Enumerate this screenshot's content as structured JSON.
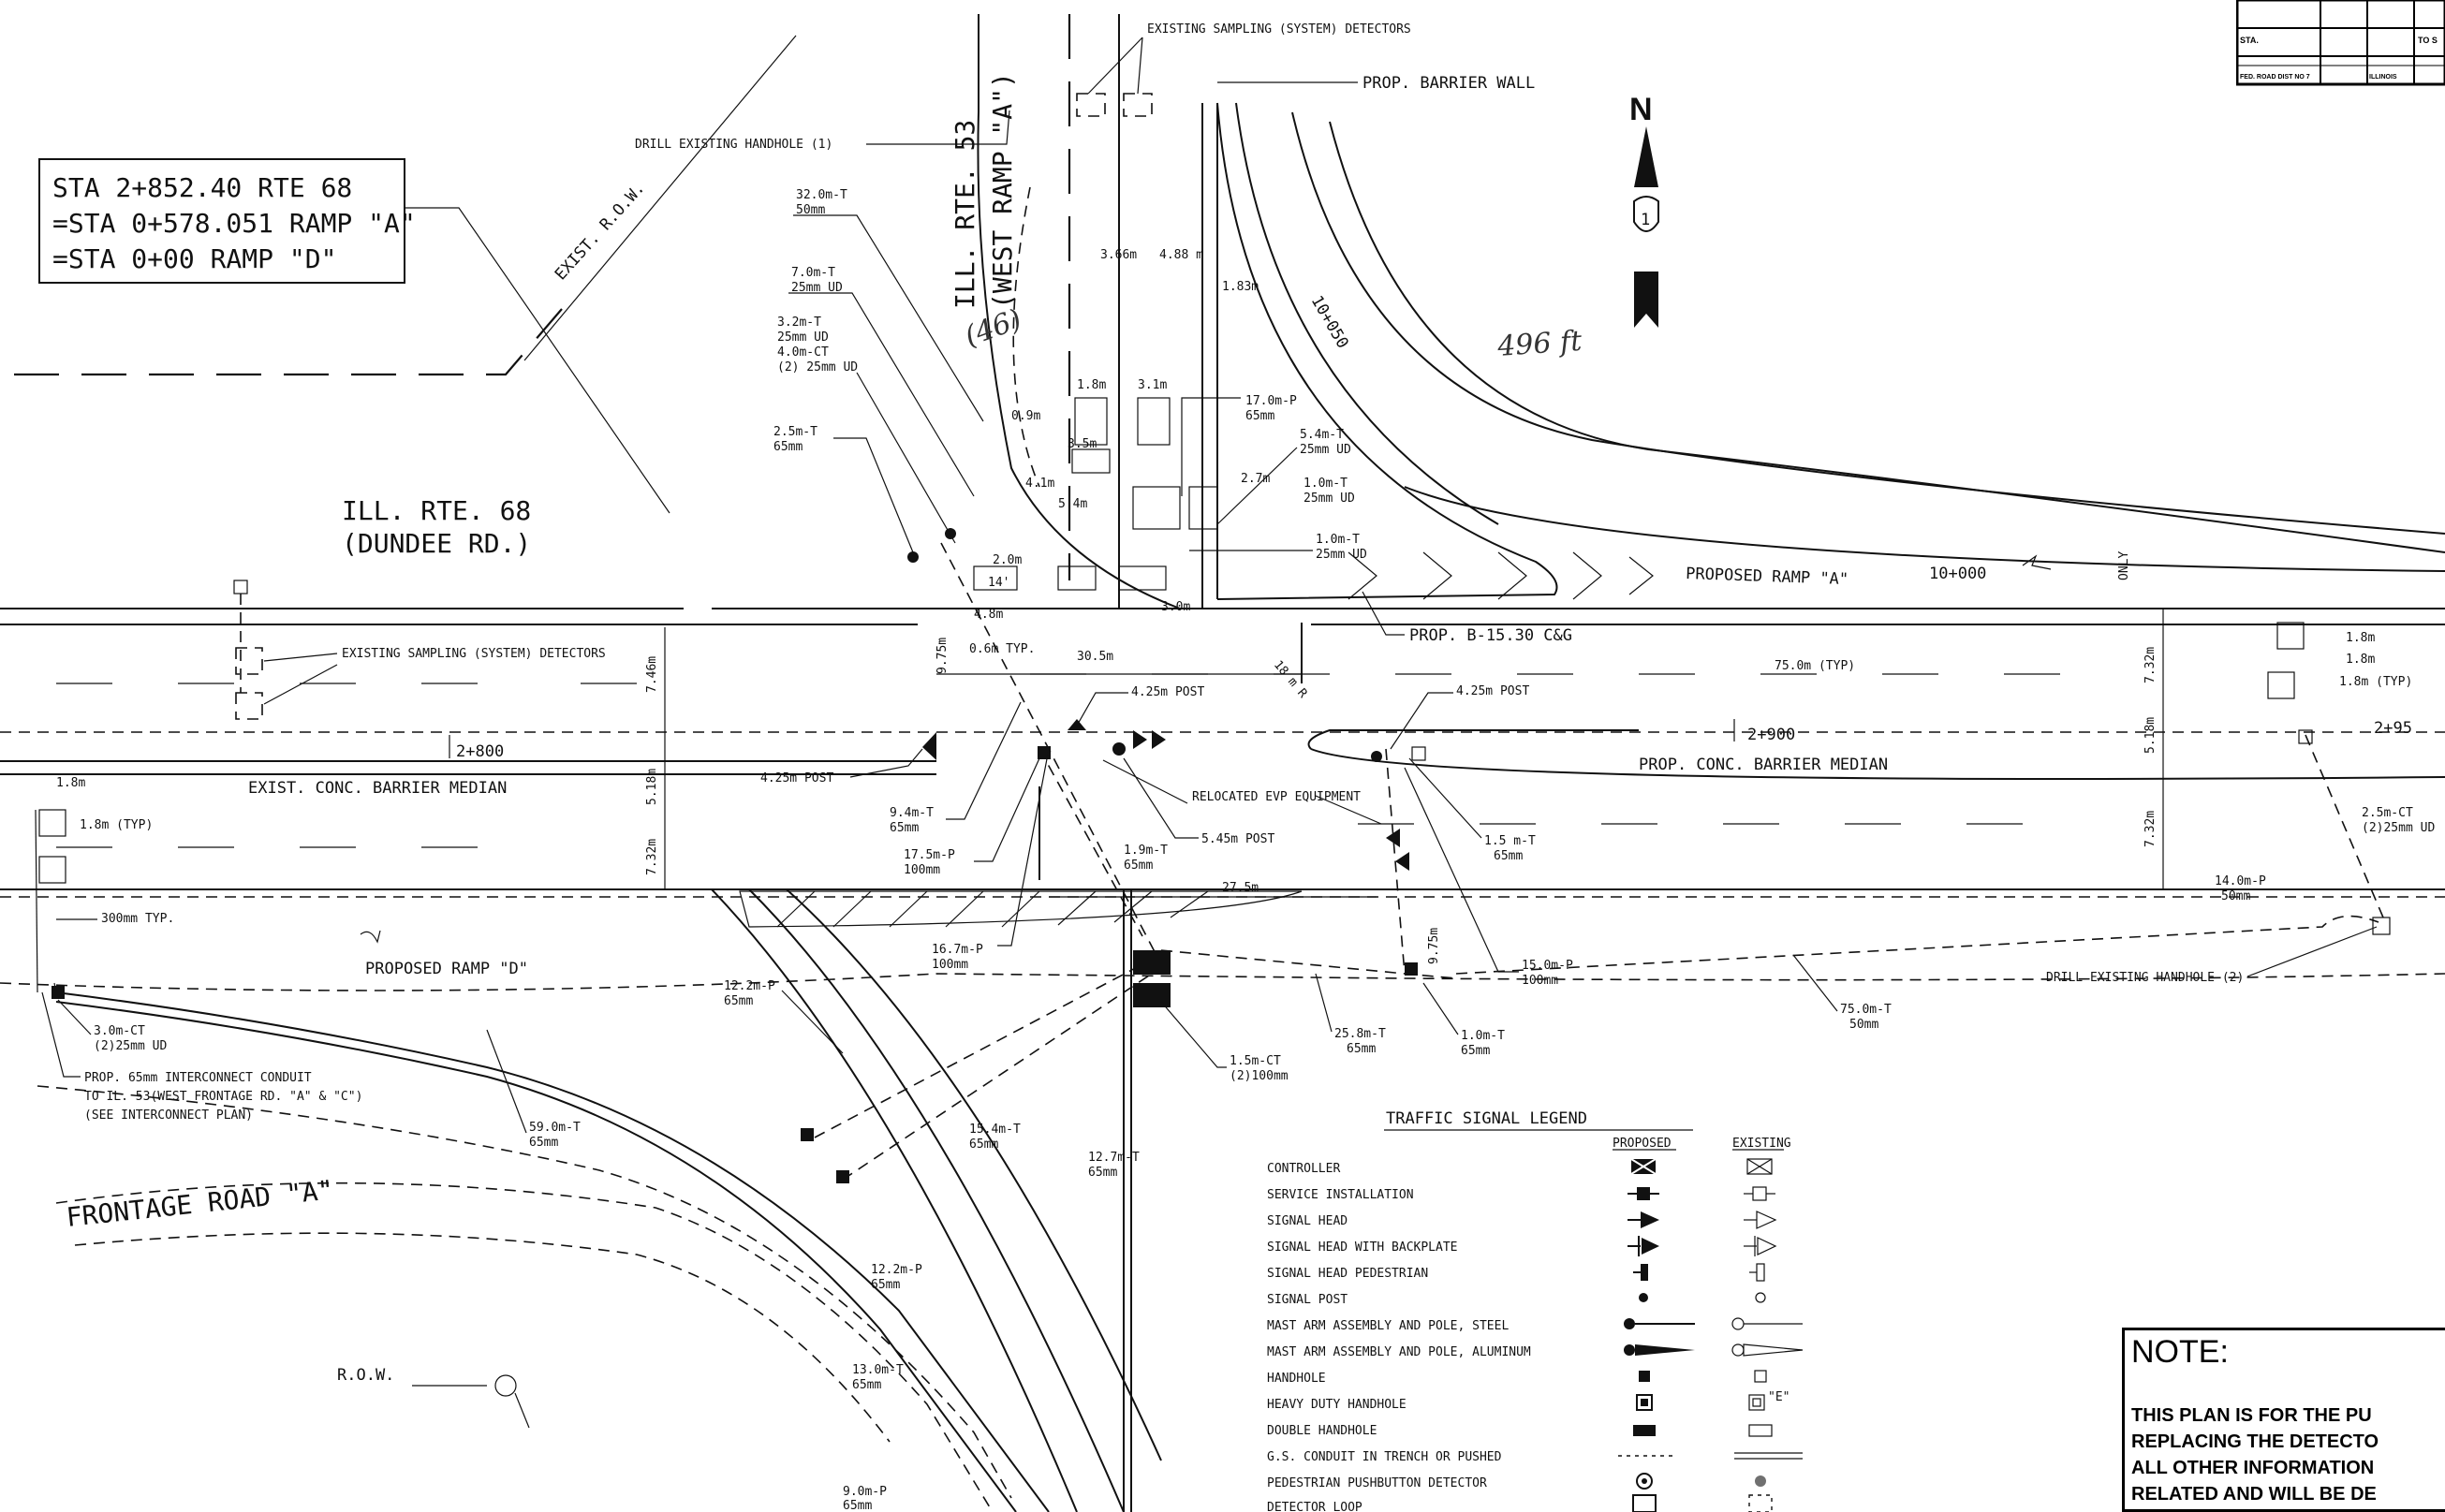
{
  "station_box": {
    "line1": "STA 2+852.40 RTE 68",
    "line2": "=STA 0+578.051 RAMP \"A\"",
    "line3": "=STA 0+00 RAMP \"D\""
  },
  "roads": {
    "rte68_name": "ILL.  RTE.  68",
    "rte68_sub": "(DUNDEE RD.)",
    "rte53_name": "ILL. RTE. 53",
    "rte53_sub": "(WEST RAMP \"A\")",
    "ramp_a": "PROPOSED RAMP \"A\"",
    "ramp_a_sta": "10+000",
    "ramp_d": "PROPOSED RAMP \"D\"",
    "frontage": "FRONTAGE ROAD \"A\"",
    "exist_median": "EXIST. CONC. BARRIER MEDIAN",
    "prop_median": "PROP. CONC. BARRIER MEDIAN",
    "exist_row": "EXIST. R.O.W.",
    "row_bottom": "R.O.W.",
    "sta_2800": "2+800",
    "sta_2900": "2+900",
    "sta_2950": "2+95",
    "sta_10050": "10+050",
    "north": "N",
    "route_shield": "1"
  },
  "callouts": {
    "drill_handhole_1": "DRILL EXISTING HANDHOLE (1)",
    "drill_handhole_2": "DRILL EXISTING HANDHOLE (2)",
    "sampling_top": "EXISTING SAMPLING (SYSTEM) DETECTORS",
    "sampling_left": "EXISTING SAMPLING (SYSTEM) DETECTORS",
    "barrier_wall": "PROP. BARRIER WALL",
    "curb": "PROP. B-15.30 C&G",
    "relocated_evp": "RELOCATED EVP EQUIPMENT",
    "post_425_a": "4.25m POST",
    "post_425_b": "4.25m POST",
    "post_425_c": "4.25m POST",
    "post_545": "5.45m POST",
    "interconnect": "PROP. 65mm INTERCONNECT CONDUIT",
    "interconnect2": "TO IL. 53(WEST FRONTAGE RD. \"A\" & \"C\")",
    "interconnect3": "(SEE INTERCONNECT PLAN)",
    "typ_300": "300mm TYP.",
    "typ_75": "75.0m (TYP)",
    "only": "ONLY",
    "hand_note": "496 ft",
    "hand_46": "(46)"
  },
  "conduits": [
    "32.0m-T",
    "50mm",
    "7.0m-T",
    "25mm UD",
    "3.2m-T",
    "25mm UD",
    "4.0m-CT",
    "(2) 25mm UD",
    "2.5m-T",
    "65mm",
    "17.0m-P",
    "65mm",
    "5.4m-T",
    "25mm UD",
    "1.0m-T",
    "25mm UD",
    "1.0m-T",
    "25mm UD",
    "9.4m-T",
    "65mm",
    "17.5m-P",
    "100mm",
    "1.9m-T",
    "65mm",
    "16.7m-P",
    "100mm",
    "1.5 m-T",
    "65mm",
    "15.0m-P",
    "100mm",
    "12.2m-P",
    "65mm",
    "25.8m-T",
    "65mm",
    "1.0m-T",
    "65mm",
    "1.5m-CT",
    "(2)100mm",
    "75.0m-T",
    "50mm",
    "14.0m-P",
    "50mm",
    "2.5m-CT",
    "(2)25mm UD",
    "3.0m-CT",
    "(2)25mm UD",
    "59.0m-T",
    "65mm",
    "15.4m-T",
    "65mm",
    "12.7m-T",
    "65mm",
    "12.2m-P",
    "65mm",
    "13.0m-T",
    "65mm",
    "9.0m-P",
    "65mm"
  ],
  "dims": {
    "d366": "3.66m",
    "d488": "4.88 m",
    "d183": "1.83m",
    "d18": "1.8m",
    "d31": "3.1m",
    "d09": "0.9m",
    "d27": "2.7m",
    "d35": "3.5m",
    "d41": "4.1m",
    "d54": "5.4m",
    "d20": "2.0m",
    "d14": "14'",
    "d48": "4.8m",
    "d30": "3.0m",
    "d975": "9.75m",
    "d06": "0.6m TYP.",
    "d305": "30.5m",
    "d18r": "18 m R",
    "d746": "7.46m",
    "d518": "5.18m",
    "d732": "7.32m",
    "d275": "27.5m",
    "d18typ": "1.8m (TYP)"
  },
  "legend": {
    "title": "TRAFFIC SIGNAL LEGEND",
    "col_proposed": "PROPOSED",
    "col_existing": "EXISTING",
    "items": [
      {
        "label": "CONTROLLER",
        "icon": "controller-icon"
      },
      {
        "label": "SERVICE INSTALLATION",
        "icon": "service-icon"
      },
      {
        "label": "SIGNAL HEAD",
        "icon": "signal-head-icon"
      },
      {
        "label": "SIGNAL HEAD WITH BACKPLATE",
        "icon": "signal-head-backplate-icon"
      },
      {
        "label": "SIGNAL HEAD PEDESTRIAN",
        "icon": "ped-head-icon"
      },
      {
        "label": "SIGNAL POST",
        "icon": "post-icon"
      },
      {
        "label": "MAST ARM ASSEMBLY AND POLE, STEEL",
        "icon": "mast-steel-icon"
      },
      {
        "label": "MAST ARM ASSEMBLY AND POLE, ALUMINUM",
        "icon": "mast-alum-icon"
      },
      {
        "label": "HANDHOLE",
        "icon": "handhole-icon"
      },
      {
        "label": "HEAVY DUTY HANDHOLE",
        "icon": "hd-handhole-icon"
      },
      {
        "label": "DOUBLE HANDHOLE",
        "icon": "double-handhole-icon"
      },
      {
        "label": "G.S. CONDUIT IN TRENCH OR PUSHED",
        "icon": "conduit-icon"
      },
      {
        "label": "PEDESTRIAN PUSHBUTTON DETECTOR",
        "icon": "pushbutton-icon"
      },
      {
        "label": "DETECTOR LOOP",
        "icon": "loop-icon"
      }
    ],
    "hd_existing_tag": "\"E\""
  },
  "note": {
    "heading": "NOTE:",
    "lines": [
      "THIS PLAN IS FOR THE PU",
      "REPLACING THE DETECTO",
      "ALL OTHER INFORMATION",
      "RELATED AND WILL BE DE"
    ]
  },
  "title_block": {
    "sta": "STA.",
    "to": "TO S",
    "fed": "FED. ROAD DIST NO 7",
    "state": "ILLINOIS"
  }
}
